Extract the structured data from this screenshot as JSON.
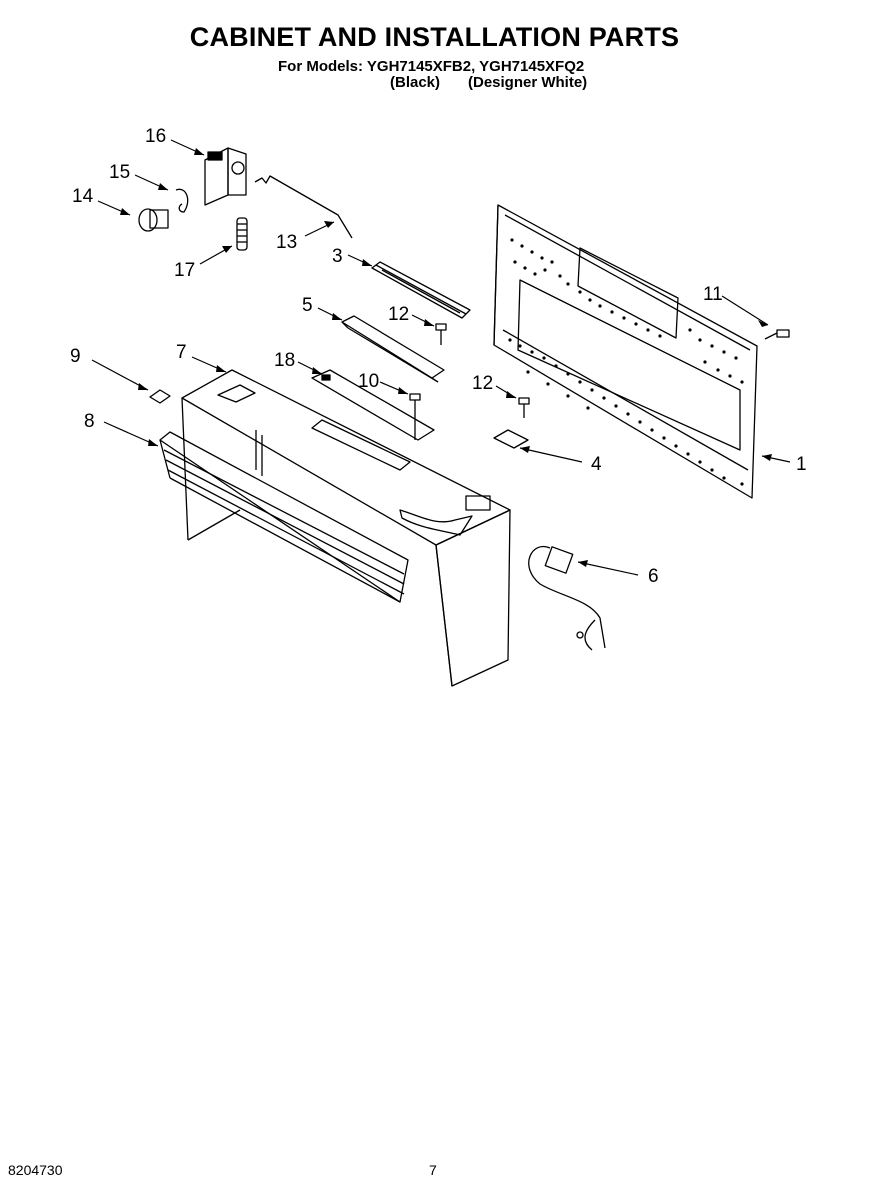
{
  "header": {
    "title": "CABINET AND INSTALLATION PARTS",
    "models_line": "For Models: YGH7145XFB2, YGH7145XFQ2",
    "variant_black": "(Black)",
    "variant_white": "(Designer White)"
  },
  "callouts": [
    "16",
    "15",
    "14",
    "13",
    "17",
    "3",
    "5",
    "12",
    "11",
    "9",
    "7",
    "18",
    "10",
    "12",
    "8",
    "4",
    "1",
    "6"
  ],
  "footer": {
    "doc_number": "8204730",
    "page_number": "7"
  }
}
